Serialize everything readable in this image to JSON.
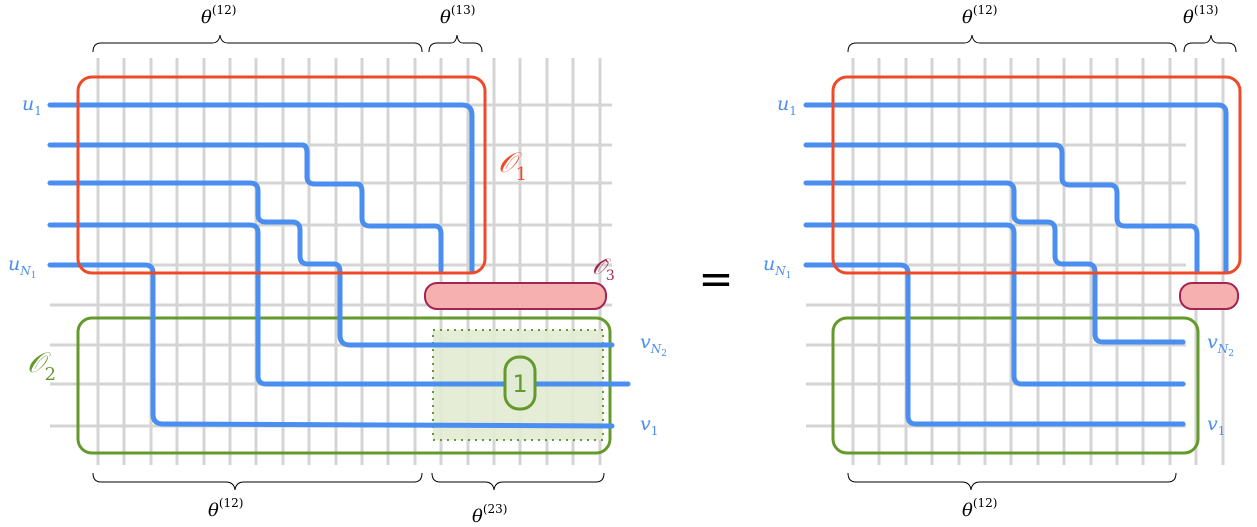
{
  "colors": {
    "grid": "#d4d4d4",
    "wire": "#4a8ef0",
    "o1": "#ee4a2a",
    "o2": "#64992c",
    "o3_fill": "#f7b0b0",
    "o3_stroke": "#a32651",
    "green_fill": "#e2ebd3",
    "bracket": "#000000"
  },
  "equals": "=",
  "left": {
    "theta_top_a": {
      "sym": "θ",
      "sup": "(12)"
    },
    "theta_top_b": {
      "sym": "θ",
      "sup": "(13)"
    },
    "theta_bottom_a": {
      "sym": "θ",
      "sup": "(12)"
    },
    "theta_bottom_b": {
      "sym": "θ",
      "sup": "(23)"
    },
    "u1": {
      "base": "u",
      "sub": "1"
    },
    "uN1": {
      "base": "u",
      "sub": "N",
      "subsub": "1"
    },
    "vN2": {
      "base": "v",
      "sub": "N",
      "subsub": "2"
    },
    "v1": {
      "base": "v",
      "sub": "1"
    },
    "o1": {
      "base": "𝒪",
      "sub": "1"
    },
    "o2": {
      "base": "𝒪",
      "sub": "2"
    },
    "o3": {
      "base": "𝒪̂",
      "sub": "3"
    },
    "one": "1"
  },
  "right": {
    "theta_top_a": {
      "sym": "θ",
      "sup": "(12)"
    },
    "theta_top_b": {
      "sym": "θ",
      "sup": "(13)"
    },
    "theta_bottom_a": {
      "sym": "θ",
      "sup": "(12)"
    },
    "u1": {
      "base": "u",
      "sub": "1"
    },
    "uN1": {
      "base": "u",
      "sub": "N",
      "subsub": "1"
    },
    "vN2": {
      "base": "v",
      "sub": "N",
      "subsub": "2"
    },
    "v1": {
      "base": "v",
      "sub": "1"
    }
  }
}
